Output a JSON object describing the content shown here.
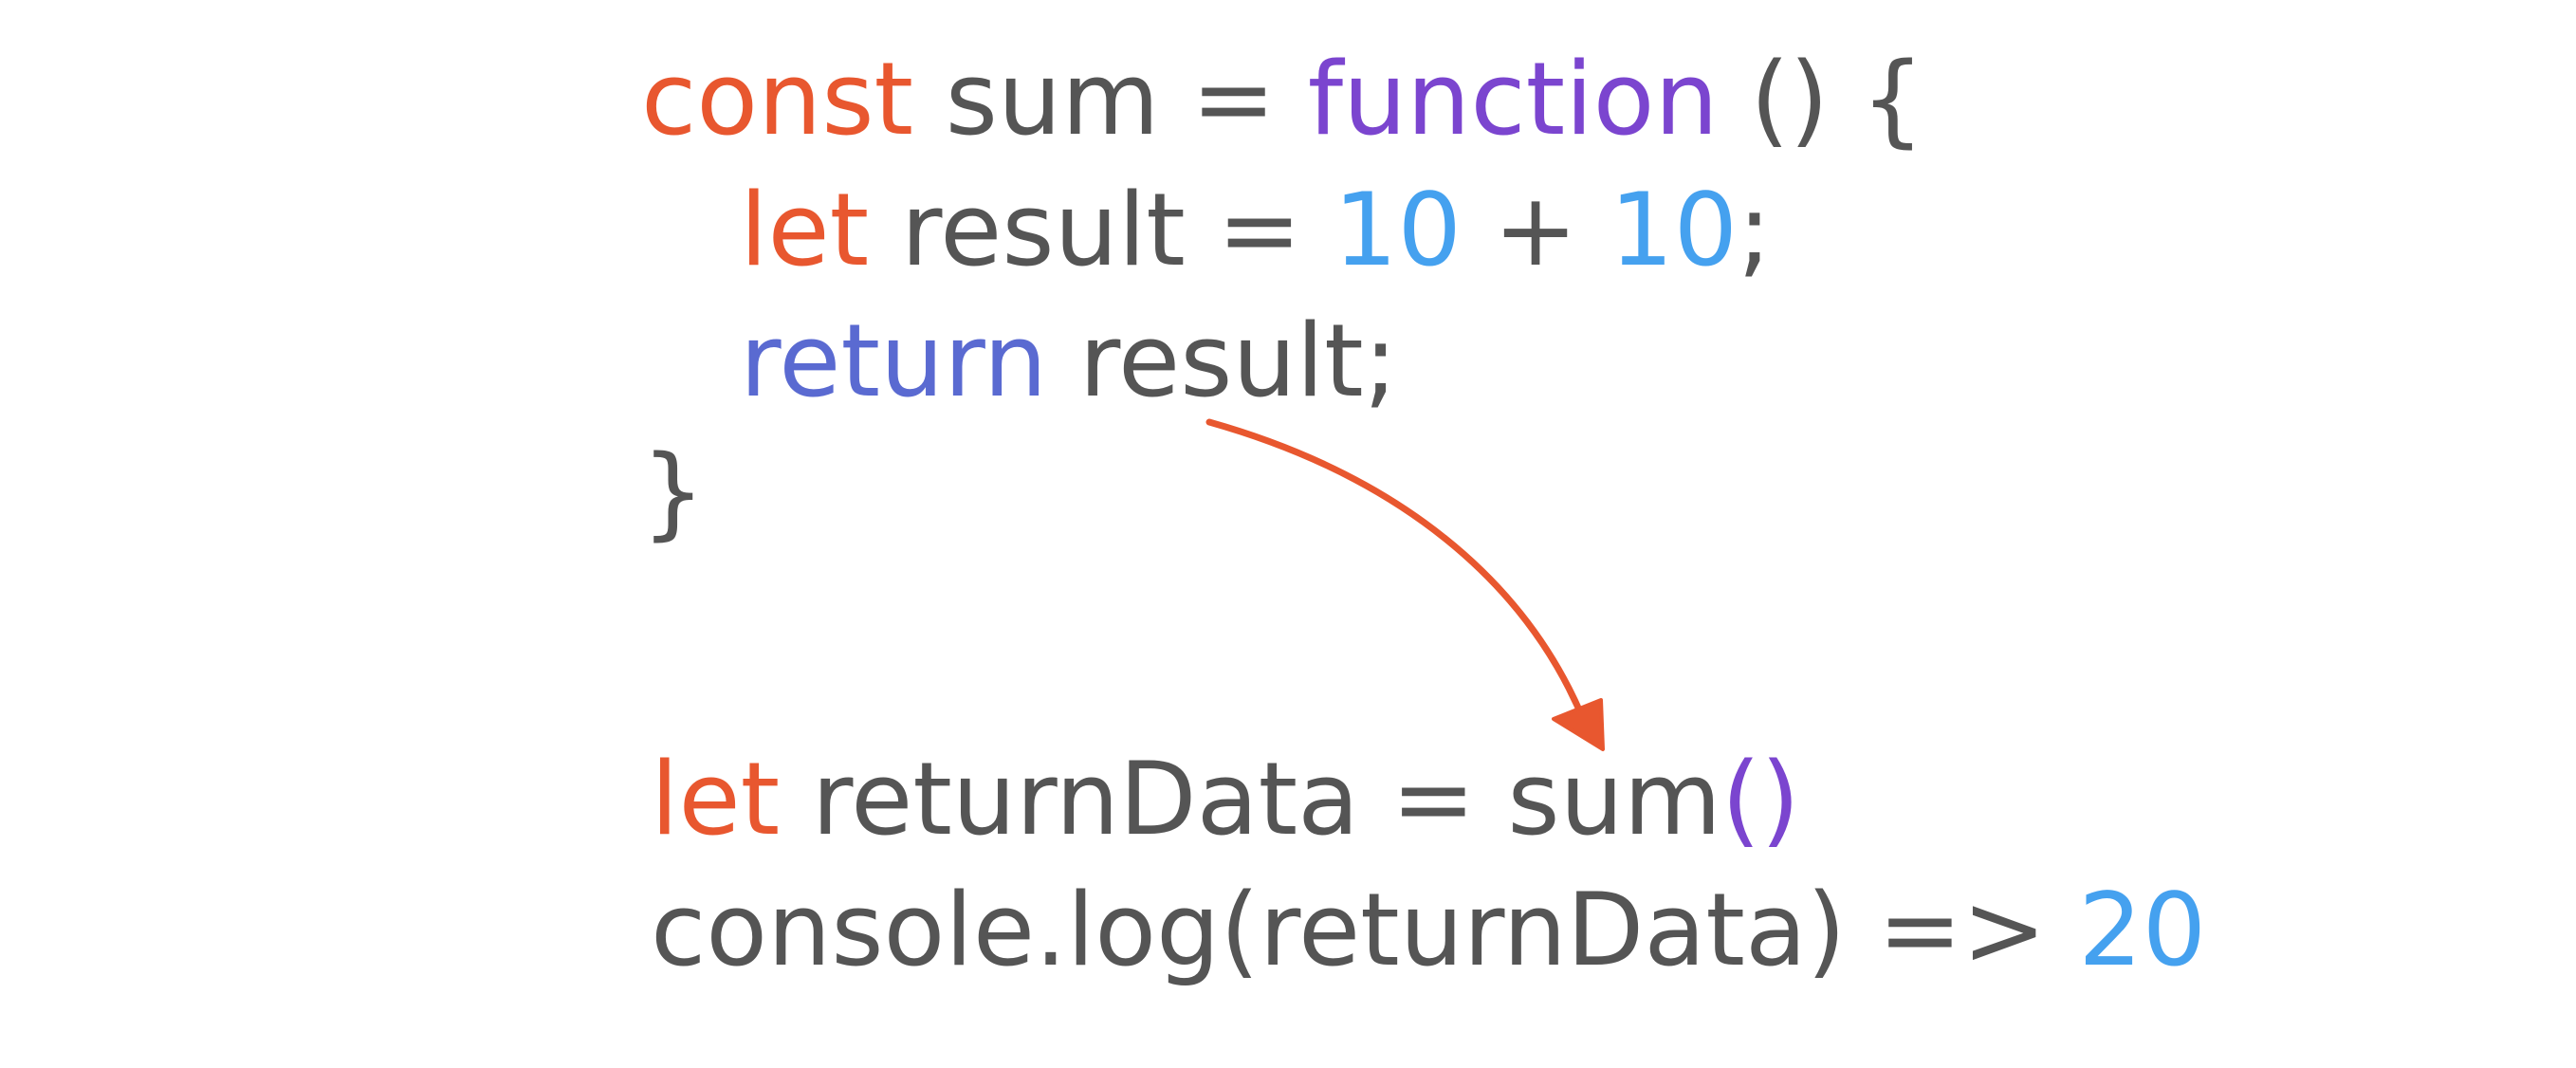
{
  "code": {
    "line1": {
      "kw_const": "const",
      "ident_sum": " sum ",
      "op_eq": "= ",
      "kw_function": "function",
      "parens_brace": " () {"
    },
    "line2": {
      "kw_let": "let",
      "ident_result": " result = ",
      "num_a": "10",
      "op_plus": " + ",
      "num_b": "10",
      "semi": ";"
    },
    "line3": {
      "kw_return": "return",
      "ident_result_semi": " result;"
    },
    "line4": {
      "close_brace": "}"
    },
    "line5": {
      "kw_let": "let",
      "assign": " returnData = sum",
      "call_parens": "()"
    },
    "line6": {
      "console_call": "console.log(returnData) => ",
      "output_value": "20"
    }
  },
  "colors": {
    "keyword": "#e8572f",
    "function_keyword": "#7b45cf",
    "return_keyword": "#5a6ad1",
    "number": "#45a1ef",
    "plain_text": "#555555",
    "arrow": "#e8572f"
  }
}
